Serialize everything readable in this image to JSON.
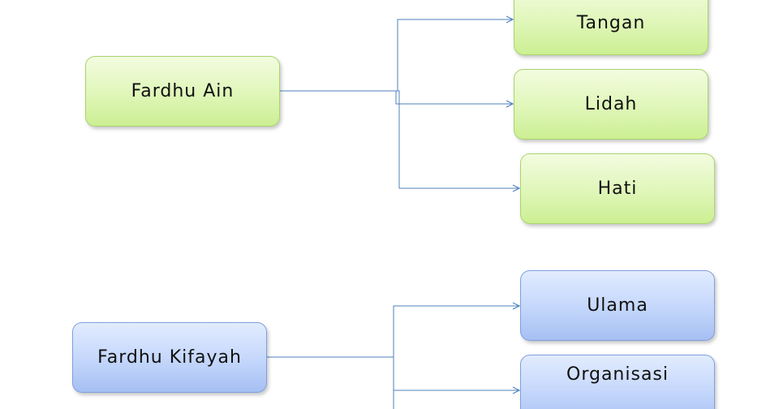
{
  "diagram": {
    "groups": [
      {
        "label": "Fardhu Ain",
        "children": [
          "Tangan",
          "Lidah",
          "Hati"
        ]
      },
      {
        "label": "Fardhu Kifayah",
        "children": [
          "Ulama",
          "Organisasi"
        ]
      }
    ]
  },
  "colors": {
    "green_fill": "#dff6b8",
    "green_border": "#a9d46c",
    "blue_fill": "#c3d6fb",
    "blue_border": "#7f9fdc",
    "connector": "#4f81bd"
  }
}
